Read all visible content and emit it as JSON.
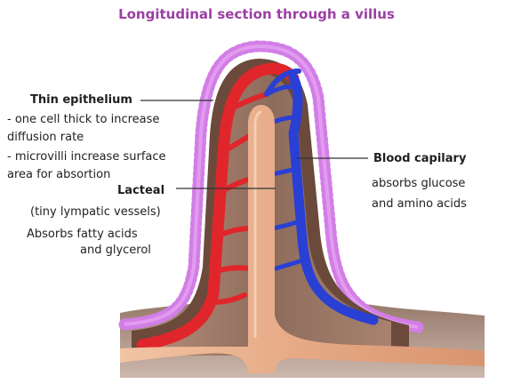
{
  "title": "Longitudinal section through a villus",
  "labels": {
    "thin_epithelium": {
      "heading": "Thin epithelium",
      "lines": [
        "- one cell thick to increase",
        "diffusion rate",
        "- microvilli increase surface",
        "area for absortion"
      ]
    },
    "lacteal": {
      "heading": "Lacteal",
      "lines": [
        "(tiny lympatic vessels)",
        "Absorbs fatty acids",
        "and glycerol"
      ]
    },
    "blood_capillary": {
      "heading": "Blood capilary",
      "lines": [
        "absorbs glucose",
        "and amino acids"
      ]
    }
  },
  "colors": {
    "title": "#9b3fa3",
    "microvilli": "#d27ee6",
    "epithelium": "#6b4a3c",
    "core": "#9c7868",
    "lacteal": "#e8b08e",
    "artery": "#e0262a",
    "vein": "#2a3fd4",
    "leader_line": "#333333"
  }
}
